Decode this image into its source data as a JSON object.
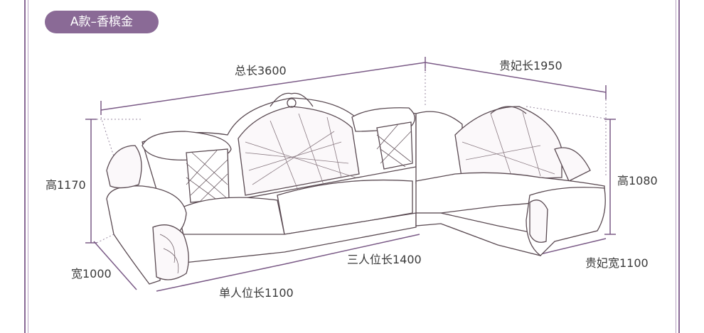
{
  "badge": "A款–香槟金",
  "dimensions": {
    "total_length": "总长3600",
    "chaise_length": "贵妃长1950",
    "height_left": "高1170",
    "height_right": "高1080",
    "depth_left": "宽1000",
    "single_seat_length": "单人位长1100",
    "three_seat_length": "三人位长1400",
    "chaise_width": "贵妃宽1100"
  },
  "colors": {
    "accent": "#8a6a96",
    "line": "#7a5a86",
    "sketch": "#5a4a52"
  }
}
